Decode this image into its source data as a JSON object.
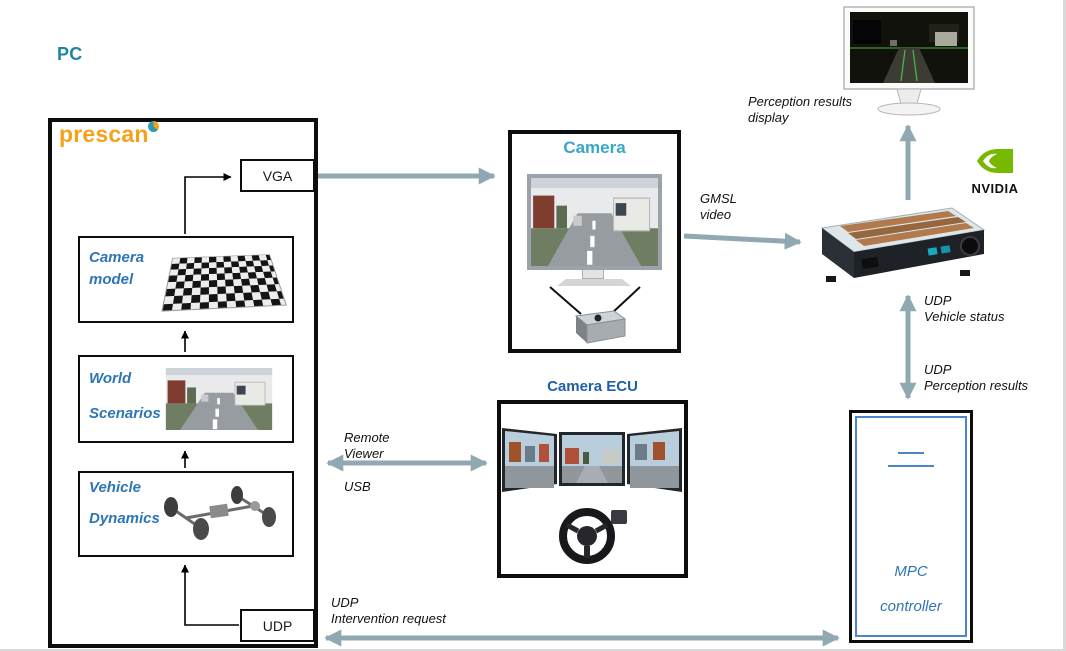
{
  "colors": {
    "pc_label_teal": "#2386a0",
    "prescan_orange": "#f7a11a",
    "module_label_blue": "#2e75b6",
    "camera_title_teal": "#38a6c8",
    "camera_ecu_blue": "#1f5fa8",
    "mpc_text_blue": "#2e75b6",
    "arrow_gray": "#8fa8b2",
    "nvidia_green": "#76b900"
  },
  "pc": {
    "label": "PC",
    "prescan_logo": "prescan",
    "vga": "VGA",
    "udp": "UDP",
    "modules": [
      {
        "line1": "Camera",
        "line2": "model"
      },
      {
        "line1": "World",
        "line2": "Scenarios"
      },
      {
        "line1": "Vehicle",
        "line2": "Dynamics"
      }
    ]
  },
  "camera": {
    "title": "Camera"
  },
  "camera_ecu": {
    "title": "Camera ECU"
  },
  "nvidia": {
    "brand": "NVIDIA"
  },
  "mpc": {
    "line1": "MPC",
    "line2": "controller"
  },
  "annotations": {
    "gmsl": {
      "line1": "GMSL",
      "line2": "video"
    },
    "perception_display": {
      "line1": "Perception results",
      "line2": "display"
    },
    "udp_vehicle_status": {
      "line1": "UDP",
      "line2": "Vehicle status"
    },
    "udp_perception_results": {
      "line1": "UDP",
      "line2": "Perception results"
    },
    "remote_viewer": {
      "line1": "Remote",
      "line2": "Viewer"
    },
    "usb": "USB",
    "udp_intervention": {
      "line1": "UDP",
      "line2": "Intervention request"
    }
  }
}
